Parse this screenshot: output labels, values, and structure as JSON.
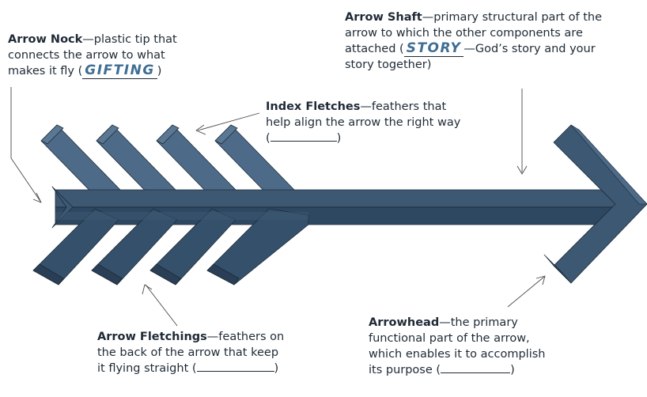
{
  "labels": {
    "nock": {
      "title": "Arrow Nock",
      "text": "—plastic tip that connects the arrow to what makes it fly (",
      "answer": "GIFTING",
      "close": ")"
    },
    "shaft": {
      "title": "Arrow Shaft",
      "text": "—primary structural part of the arrow to which the other components are attached (",
      "answer": "STORY",
      "after": "—God’s story and your story together)"
    },
    "index": {
      "title": "Index Fletches",
      "text": "—feathers that help align the arrow the right way (",
      "close": ")"
    },
    "fletchings": {
      "title": "Arrow Fletchings",
      "text": "—feathers on the back of the arrow that keep it flying straight (",
      "close": ")"
    },
    "head": {
      "title": "Arrowhead",
      "text": "—the primary functional part of the arrow, which enables it to accomplish its purpose (",
      "close": ")"
    }
  },
  "colors": {
    "arrow_face": "#3d5873",
    "arrow_top": "#4d6b88",
    "arrow_dark": "#2a3f55",
    "edge": "#1c2a38",
    "text": "#1f2a36",
    "handwriting": "#3f6e93"
  }
}
